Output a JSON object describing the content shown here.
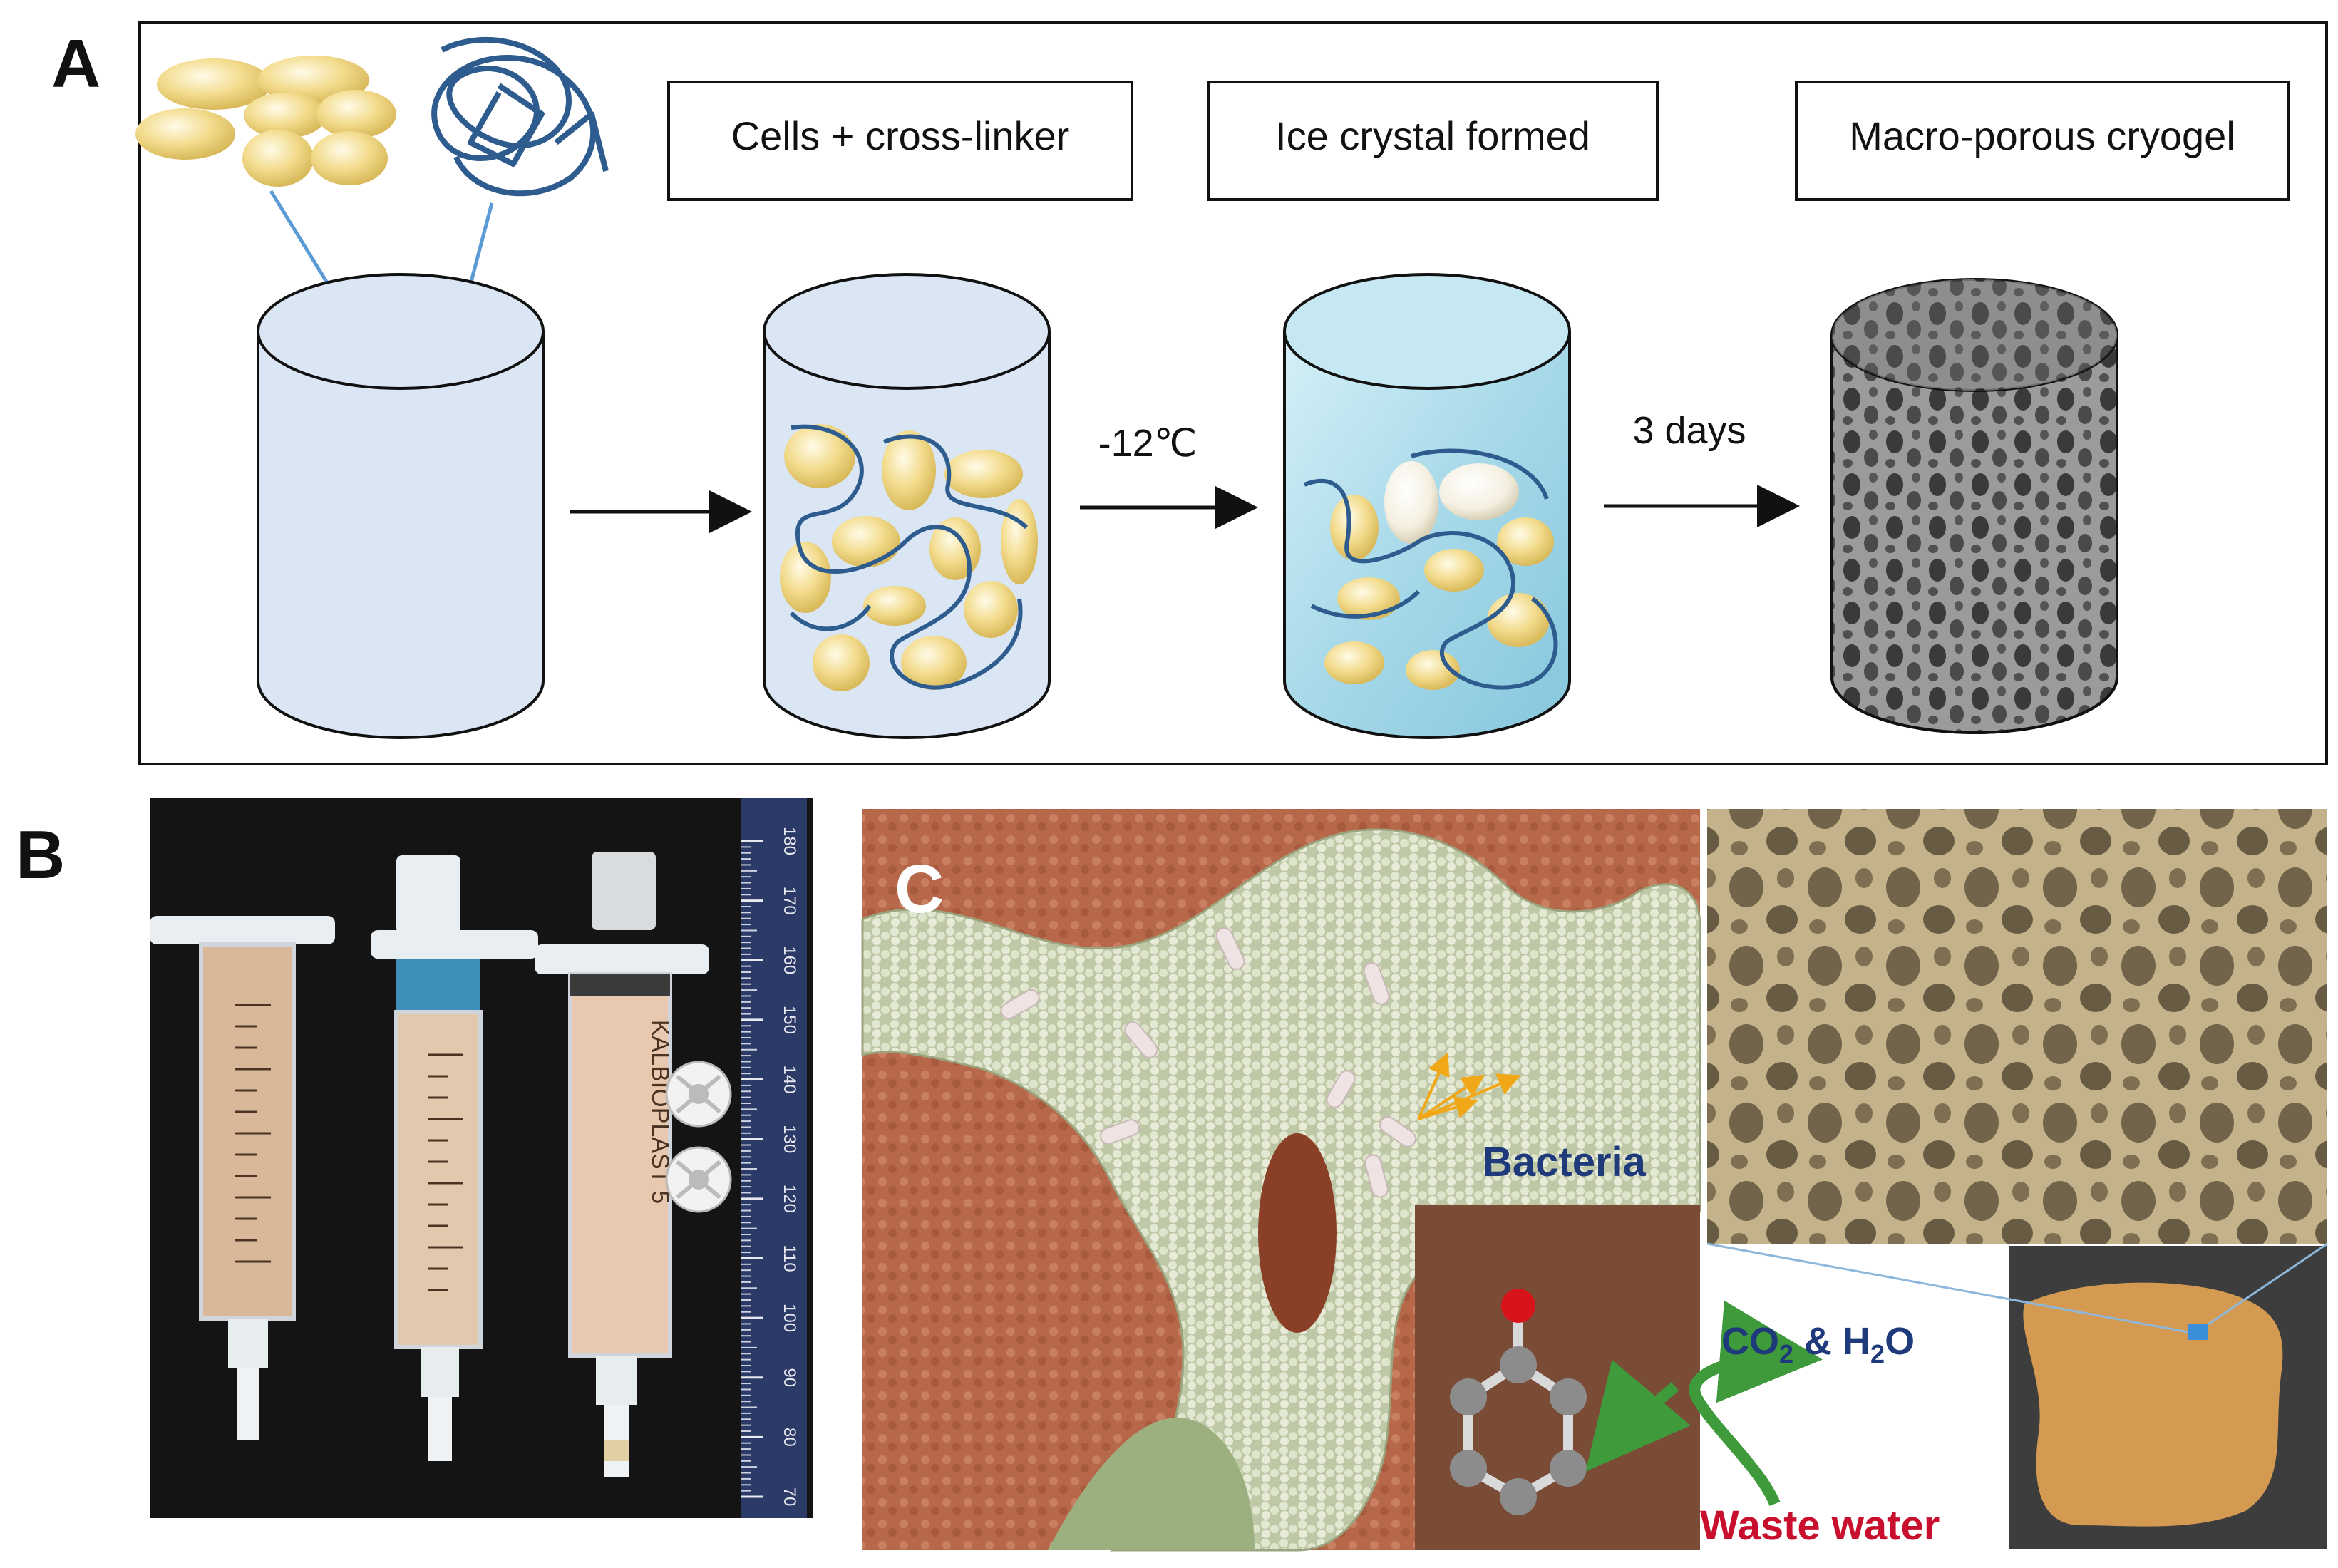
{
  "panels": {
    "a_label": "A",
    "b_label": "B",
    "c_label": "C"
  },
  "steps": [
    {
      "label": "Cells + cross-linker"
    },
    {
      "label": "Ice crystal formed"
    },
    {
      "label": "Macro-porous cryogel"
    }
  ],
  "arrows": {
    "temperature": "-12℃",
    "duration": "3 days"
  },
  "ruler": {
    "ticks": [
      "180",
      "170",
      "160",
      "150",
      "140",
      "130",
      "120",
      "110",
      "100",
      "90",
      "80",
      "70"
    ]
  },
  "syringe_print": "KALBIOPLAST 5",
  "annotations": {
    "bacteria": "Bacteria",
    "products_co2": "CO",
    "products_sub": "2",
    "products_mid": " & H",
    "products_sub2": "2",
    "products_end": "O",
    "waste_water": "Waste water"
  },
  "colors": {
    "cylinder_fill": "#dbe6f4",
    "cell_yellow": "#f2d784",
    "polymer_blue": "#2e5c8e",
    "ice_blue": "#a9d8e8",
    "bacteria_text": "#1f3a7a",
    "waste_text": "#c8102e",
    "products_text": "#1f3a7a",
    "arrow_blue": "#5b9bd5",
    "green_arrow": "#3e9a3a"
  }
}
